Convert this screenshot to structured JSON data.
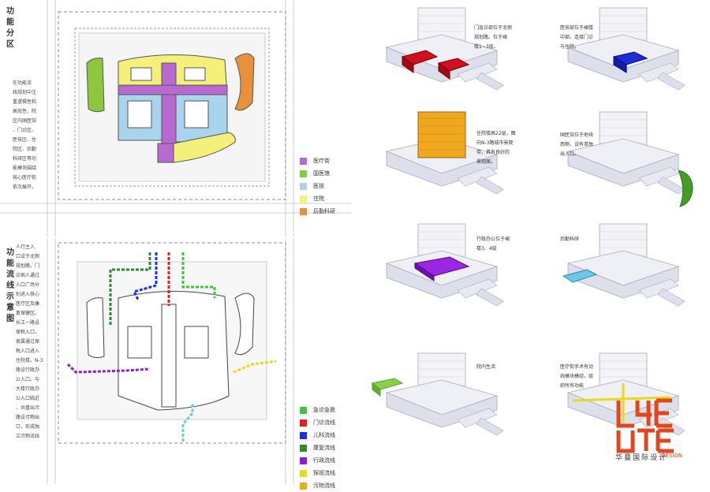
{
  "top_panel": {
    "title": "功\n能\n分\n区",
    "description": "在功能流\n线规划中注\n重逻辑性和\n高效性。院\n区内国医馆\n、门诊区、\n医技区、住\n院区、后勤\n科研区等功\n能模块围绕\n核心医疗街\n依次展开。",
    "legend": [
      {
        "label": "医疗街",
        "color": "#b86ad0"
      },
      {
        "label": "国医馆",
        "color": "#8dc63f"
      },
      {
        "label": "医技",
        "color": "#a9d4ee"
      },
      {
        "label": "住院",
        "color": "#f4f07a"
      },
      {
        "label": "后勤科研",
        "color": "#e8903a"
      }
    ]
  },
  "bottom_panel": {
    "title": "功\n能\n流\n线\n示\n意\n图",
    "description": "人行主入\n口设于北侧\n规划路，门\n诊病人通过\n入口广场分\n别进入核心\n医疗区及康\n复保健区。\n长江一路设\n保税入口，\n家属通过保\n税入口进入\n住院楼。N-3\n路设行政办\n公入口。与\n大楼行政办\n公入口临近\n，共盘出污\n路设污物出\n口，形成独\n立污物流线",
    "legend": [
      {
        "label": "急诊急救",
        "color": "#3ec43e"
      },
      {
        "label": "门诊流线",
        "color": "#e41e1e"
      },
      {
        "label": "儿科流线",
        "color": "#1e2ee4"
      },
      {
        "label": "康复流线",
        "color": "#2e8a2e"
      },
      {
        "label": "行政流线",
        "color": "#8a1ed4"
      },
      {
        "label": "探视流线",
        "color": "#e8d81e"
      },
      {
        "label": "污物流线",
        "color": "#f0a81e"
      }
    ]
  },
  "notes": [
    "门急诊部位于北侧\n规划路。位于裙\n楼1~3层。",
    "医技部位于裙楼\n中部。连接门诊\n与住院。",
    "住院楼高22层，面\n向N-3路城市景观\n带，具有良好的\n景观面。",
    "国医馆位于地块\n西侧，设有单独\n出入口。",
    "行政办公位于裙\n楼3、4层",
    "后勤科研",
    "院内生活",
    "医疗街手术有动\n线模块模组，组\n织所有功能"
  ],
  "logo": {
    "design_text": "DESIGN",
    "company": "华曼国际设计"
  },
  "colors": {
    "outpatient": "#d0101e",
    "medtech": "#1e2ed0",
    "inpatient": "#f0a81e",
    "tcm": "#4a9c20",
    "admin": "#9a28e0",
    "research": "#6cc8e8",
    "life": "#8ccf4a",
    "brand": "#e0471c"
  }
}
